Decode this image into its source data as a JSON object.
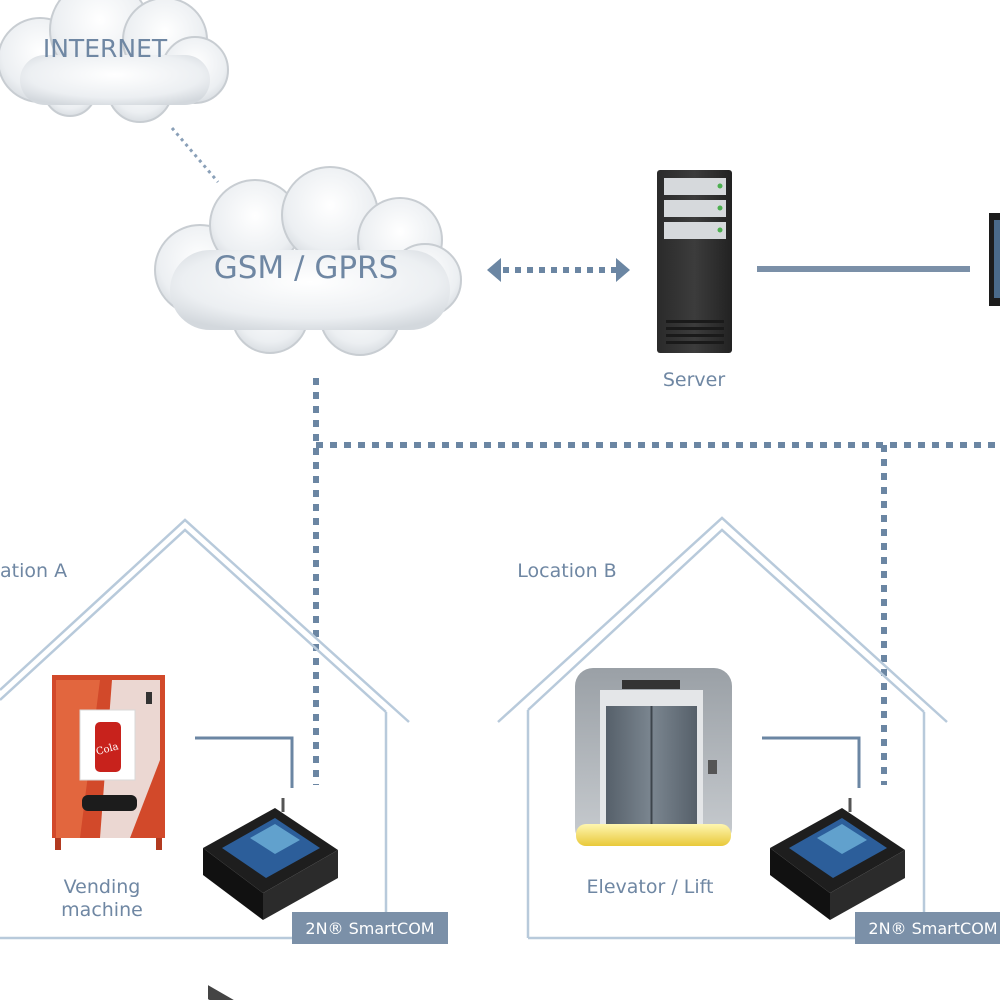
{
  "clouds": {
    "internet": "INTERNET",
    "gsm": "GSM / GPRS"
  },
  "server": {
    "label": "Server"
  },
  "locations": {
    "a": {
      "title": "ation A",
      "device_label_1": "Vending",
      "device_label_2": "machine",
      "badge": "2N® SmartCOM"
    },
    "b": {
      "title": "Location B",
      "device_label": "Elevator / Lift",
      "badge": "2N® SmartCOM"
    }
  },
  "colors": {
    "text": "#6f87a3",
    "dotted_line": "#6b86a3",
    "house_outline": "#b8cadb",
    "badge_bg": "#7b90a8"
  },
  "icons": {
    "internet": "cloud-icon",
    "gsm": "cloud-icon",
    "server": "server-tower-icon",
    "vending": "vending-machine-icon",
    "elevator": "elevator-icon",
    "router": "gsm-router-icon"
  }
}
